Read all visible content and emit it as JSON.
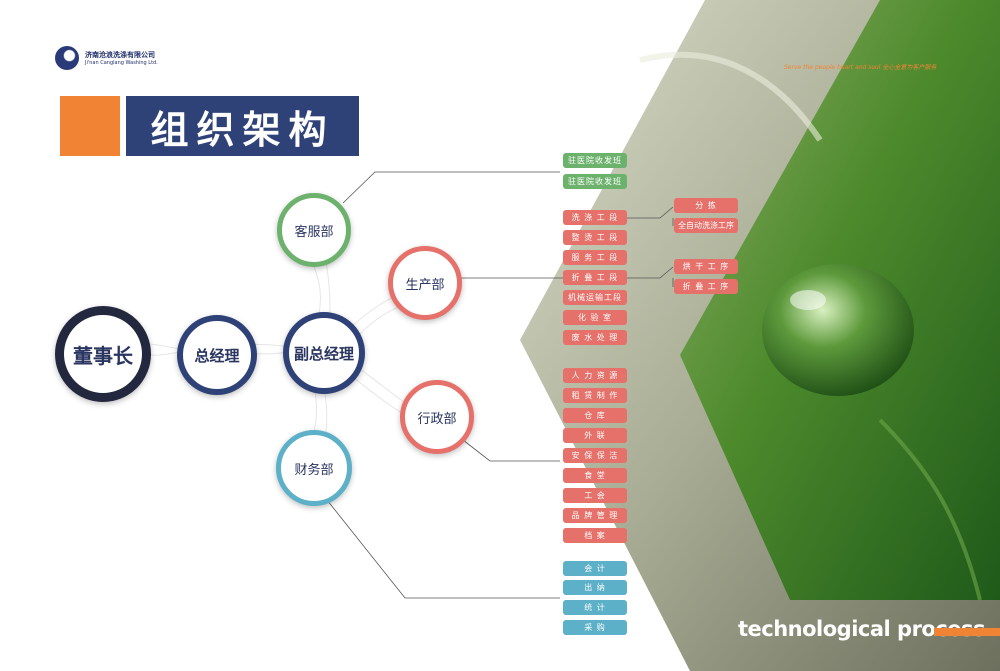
{
  "company": {
    "name_cn": "济南沧浪洗涤有限公司",
    "name_en": "Ji'nan Canglang Washing Ltd."
  },
  "title": "组织架构",
  "slogan": "Serve the people heart and soul 全心全意为客户服务",
  "footer": "technological process",
  "colors": {
    "orange": "#f08434",
    "navy": "#2f4278",
    "green": "#6cb26c",
    "red": "#e5716a",
    "blue": "#5cb0c7",
    "leaf": "#4d8a2c"
  },
  "nodes": {
    "chairman": "董事长",
    "gm": "总经理",
    "dgm": "副总经理",
    "customer": "客服部",
    "production": "生产部",
    "admin": "行政部",
    "finance": "财务部"
  },
  "customer_items": [
    "驻医院收发班",
    "驻医院收发班"
  ],
  "production_items": [
    "洗 涤 工 段",
    "整 烫 工 段",
    "服 务 工 段",
    "折 叠 工 段",
    "机械运输工段",
    "化  验  室",
    "废 水 处 理"
  ],
  "washing_sub": [
    "分     拣",
    "全自动洗涤工序"
  ],
  "folding_sub": [
    "烘 干 工 序",
    "折 叠 工 序"
  ],
  "admin_items": [
    "人 力 资 源",
    "租 赁 制 作",
    "仓       库",
    "外       联",
    "安 保   保 洁",
    "食       堂",
    "工       会",
    "品 牌 管 理",
    "档       案"
  ],
  "finance_items": [
    "会       计",
    "出       纳",
    "统       计",
    "采       购"
  ]
}
